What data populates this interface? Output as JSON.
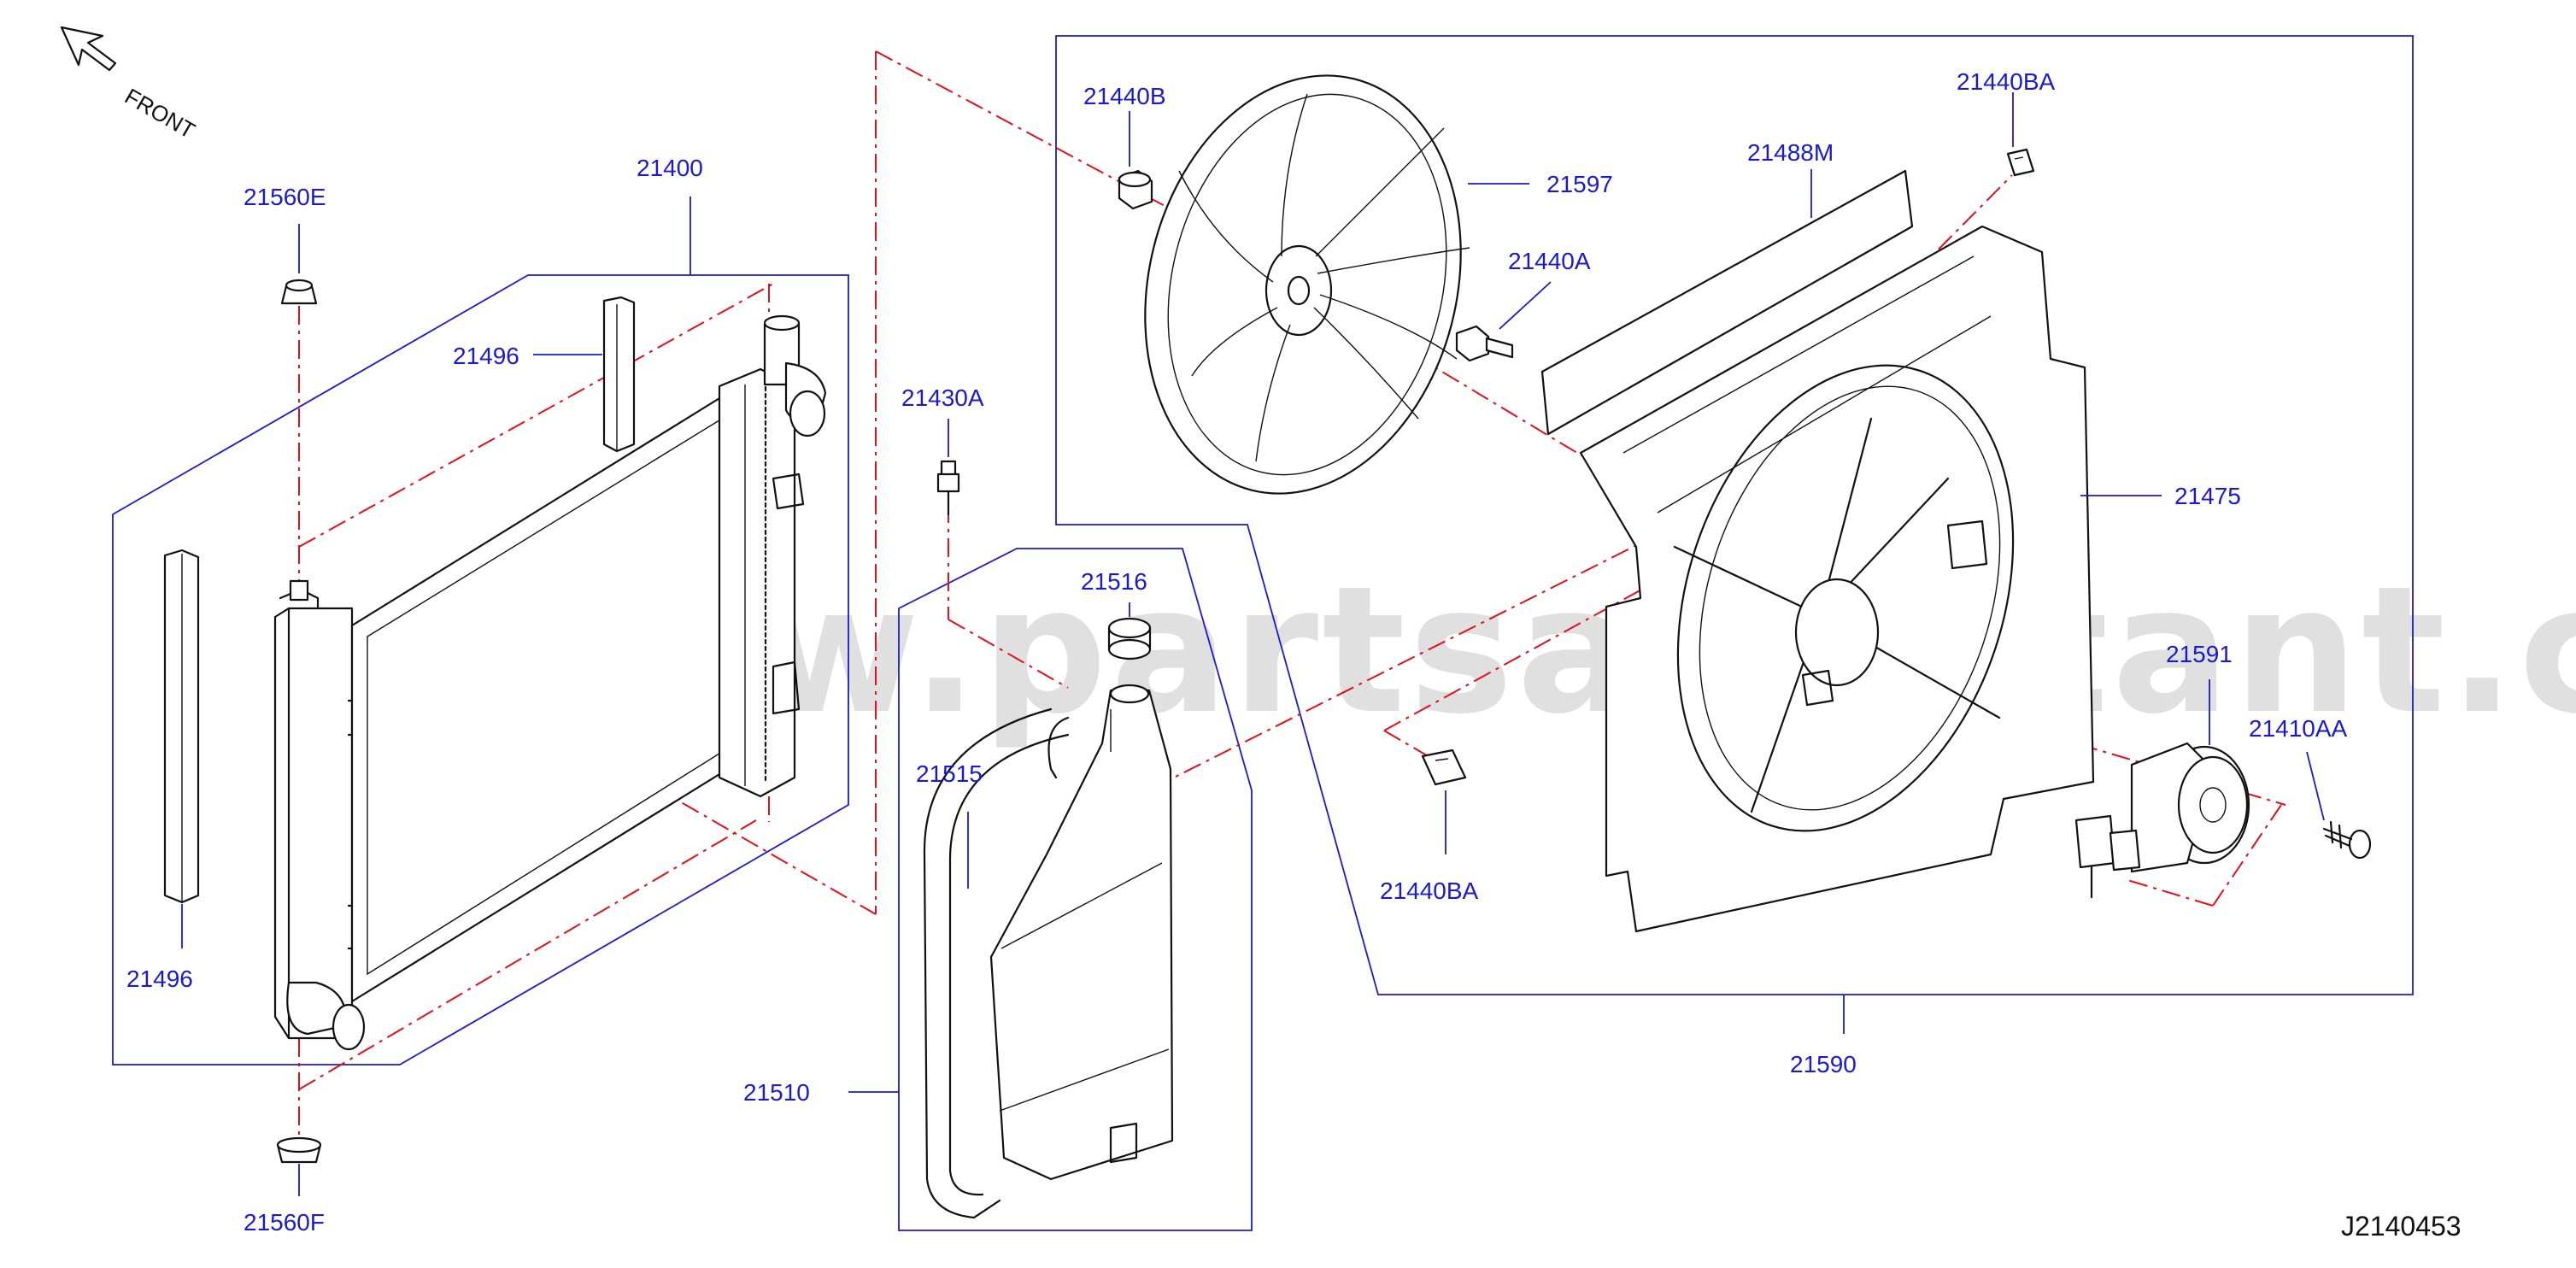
{
  "orientation": {
    "label": "FRONT"
  },
  "watermark": "www.partsassistant.com",
  "drawing_code": "J2140453",
  "colors": {
    "callout": "#1a1acc",
    "centerline": "#e0101a",
    "outline": "#111111",
    "watermark": "#c8c8c8"
  },
  "callouts": {
    "radiator": "21400",
    "cap_upper": "21560E",
    "cap_lower": "21560F",
    "seal_upper": "21496",
    "seal_lower": "21496",
    "bolt_reservoir": "21430A",
    "reservoir_cap": "21516",
    "reservoir_hose": "21515",
    "reservoir_assy": "21510",
    "nut_fan": "21440B",
    "fan_blade": "21597",
    "bolt_shroud": "21440A",
    "clip_upper": "21440BA",
    "clip_lower": "21440BA",
    "seal_shroud": "21488M",
    "shroud": "21475",
    "motor": "21591",
    "screw_motor": "21410AA",
    "fan_assy": "21590"
  }
}
